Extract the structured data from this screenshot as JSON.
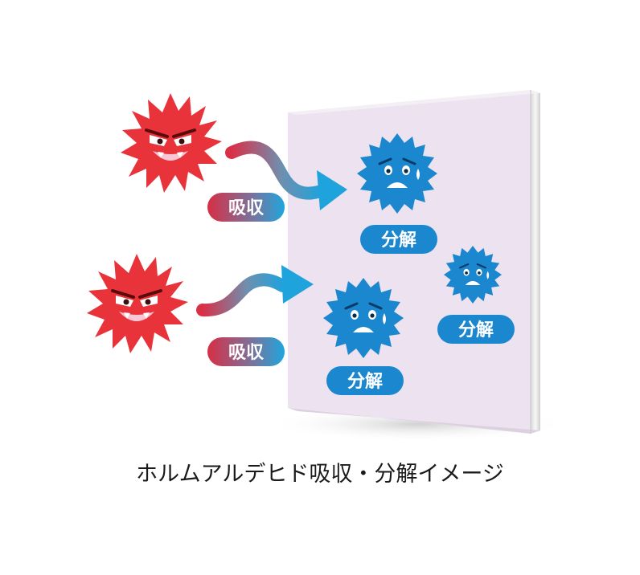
{
  "labels": {
    "absorb": "吸収",
    "decompose": "分解"
  },
  "caption": "ホルムアルデヒド吸収・分解イメージ",
  "colors": {
    "panel": "#ede2f0",
    "virus_red": "#e8333a",
    "virus_blue": "#1b87cf",
    "pill_blue": "#1b87cf",
    "arrow_start": "#d8324a",
    "arrow_end": "#1ea3dd"
  },
  "icons": {
    "red_virus": "angry-red-virus-icon",
    "blue_virus": "sad-blue-virus-icon",
    "arrow": "curved-arrow-icon"
  }
}
